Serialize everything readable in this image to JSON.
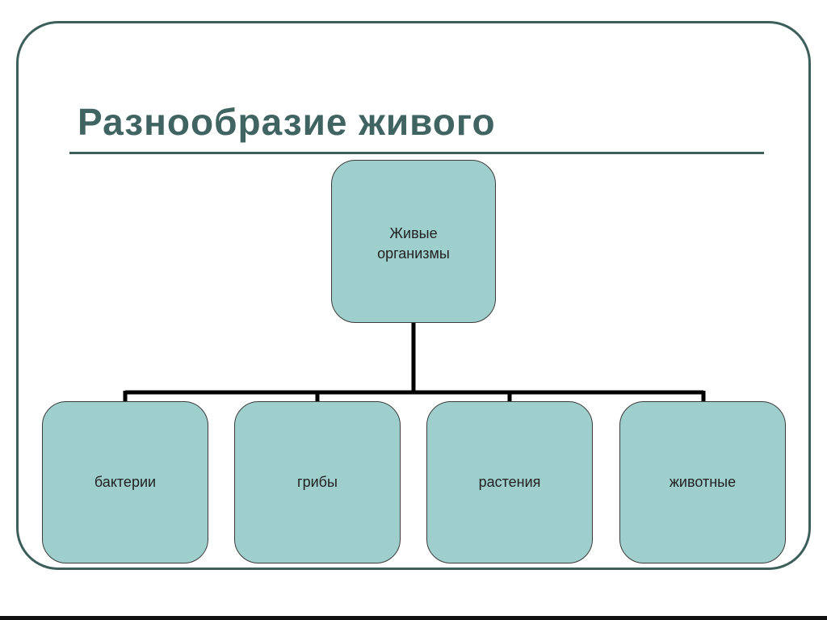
{
  "slide": {
    "title": "Разнообразие живого"
  },
  "diagram": {
    "root": {
      "label": "Живые\nорганизмы"
    },
    "children": [
      {
        "label": "бактерии"
      },
      {
        "label": "грибы"
      },
      {
        "label": "растения"
      },
      {
        "label": "животные"
      }
    ]
  },
  "colors": {
    "title_text": "#3f6462",
    "frame_border": "#3d5f5c",
    "node_fill": "#9fcfcd",
    "node_border": "#3b3b3b",
    "connector": "#000000"
  }
}
